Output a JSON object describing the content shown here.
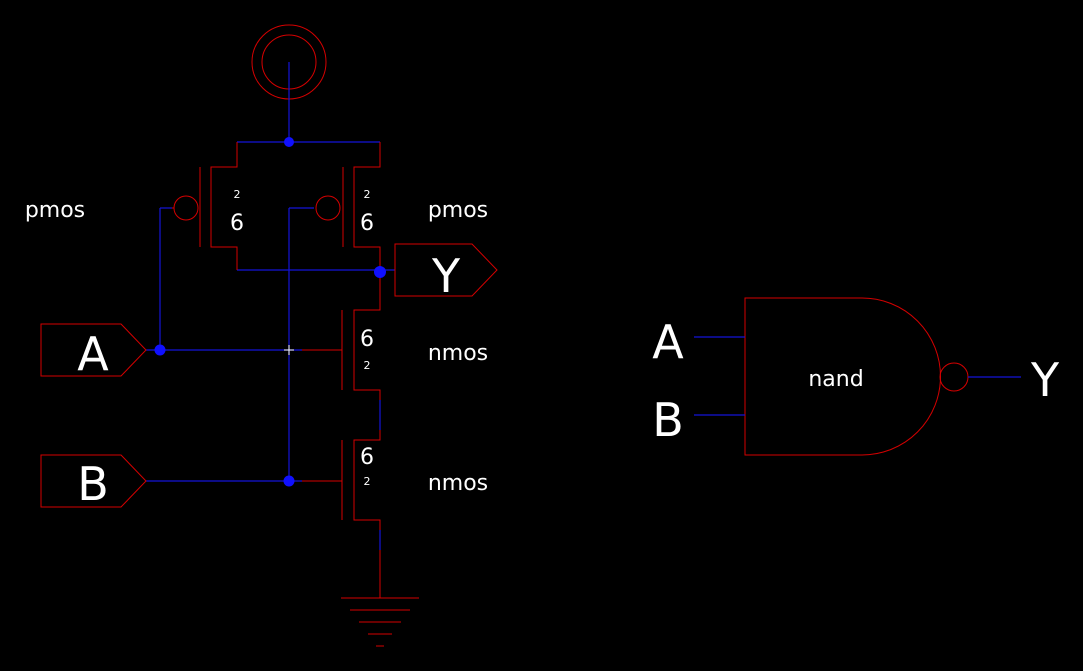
{
  "colors": {
    "background": "#000000",
    "symbol": "#d40000",
    "wire": "#1414d8",
    "junction": "#1010ff",
    "text": "#ffffff"
  },
  "schematic": {
    "pins": {
      "input_a": "A",
      "input_b": "B",
      "output_y": "Y"
    },
    "transistors": [
      {
        "id": "pmos-left",
        "type": "pmos",
        "width": "6",
        "length": "2"
      },
      {
        "id": "pmos-right",
        "type": "pmos",
        "width": "6",
        "length": "2"
      },
      {
        "id": "nmos-top",
        "type": "nmos",
        "width": "6",
        "length": "2"
      },
      {
        "id": "nmos-bottom",
        "type": "nmos",
        "width": "6",
        "length": "2"
      }
    ],
    "labels": {
      "pmos_left": "pmos",
      "pmos_right": "pmos",
      "nmos_top": "nmos",
      "nmos_bottom": "nmos"
    }
  },
  "symbol": {
    "name": "nand",
    "input_a": "A",
    "input_b": "B",
    "output_y": "Y"
  }
}
